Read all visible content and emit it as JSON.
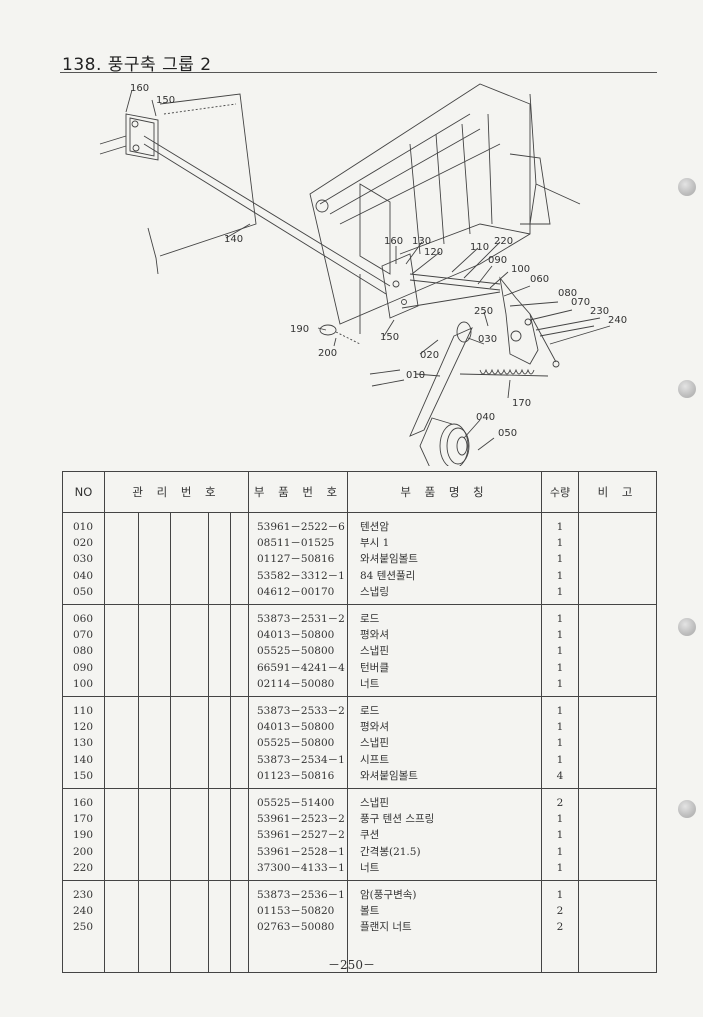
{
  "header": {
    "title": "138. 풍구축 그룹 2"
  },
  "diagram": {
    "callouts": [
      "160",
      "150",
      "140",
      "160",
      "130",
      "120",
      "110",
      "220",
      "090",
      "100",
      "060",
      "080",
      "070",
      "230",
      "240",
      "250",
      "190",
      "200",
      "150",
      "020",
      "030",
      "010",
      "170",
      "040",
      "050"
    ]
  },
  "table": {
    "headers": {
      "no": "NO",
      "control": "관 리 번 호",
      "part": "부 품 번 호",
      "name": "부 품 명 칭",
      "qty": "수량",
      "remarks": "비 고"
    },
    "groups": [
      [
        {
          "no": "010",
          "part": "53961－2522－6",
          "name": "텐션암",
          "qty": "1"
        },
        {
          "no": "020",
          "part": "08511－01525",
          "name": "부시 1",
          "qty": "1"
        },
        {
          "no": "030",
          "part": "01127－50816",
          "name": "와셔붙임볼트",
          "qty": "1"
        },
        {
          "no": "040",
          "part": "53582－3312－1",
          "name": "84 텐션풀리",
          "qty": "1"
        },
        {
          "no": "050",
          "part": "04612－00170",
          "name": "스냅링",
          "qty": "1"
        }
      ],
      [
        {
          "no": "060",
          "part": "53873－2531－2",
          "name": "로드",
          "qty": "1"
        },
        {
          "no": "070",
          "part": "04013－50800",
          "name": "평와셔",
          "qty": "1"
        },
        {
          "no": "080",
          "part": "05525－50800",
          "name": "스냅핀",
          "qty": "1"
        },
        {
          "no": "090",
          "part": "66591－4241－4",
          "name": "턴버클",
          "qty": "1"
        },
        {
          "no": "100",
          "part": "02114－50080",
          "name": "너트",
          "qty": "1"
        }
      ],
      [
        {
          "no": "110",
          "part": "53873－2533－2",
          "name": "로드",
          "qty": "1"
        },
        {
          "no": "120",
          "part": "04013－50800",
          "name": "평와셔",
          "qty": "1"
        },
        {
          "no": "130",
          "part": "05525－50800",
          "name": "스냅핀",
          "qty": "1"
        },
        {
          "no": "140",
          "part": "53873－2534－1",
          "name": "시프트",
          "qty": "1"
        },
        {
          "no": "150",
          "part": "01123－50816",
          "name": "와셔붙임볼트",
          "qty": "4"
        }
      ],
      [
        {
          "no": "160",
          "part": "05525－51400",
          "name": "스냅핀",
          "qty": "2"
        },
        {
          "no": "170",
          "part": "53961－2523－2",
          "name": "풍구 텐션 스프링",
          "qty": "1"
        },
        {
          "no": "190",
          "part": "53961－2527－2",
          "name": "쿠션",
          "qty": "1"
        },
        {
          "no": "200",
          "part": "53961－2528－1",
          "name": "간격봉(21.5)",
          "qty": "1"
        },
        {
          "no": "220",
          "part": "37300－4133－1",
          "name": "너트",
          "qty": "1"
        }
      ],
      [
        {
          "no": "230",
          "part": "53873－2536－1",
          "name": "암(풍구변속)",
          "qty": "1"
        },
        {
          "no": "240",
          "part": "01153－50820",
          "name": "볼트",
          "qty": "2"
        },
        {
          "no": "250",
          "part": "02763－50080",
          "name": "플랜지 너트",
          "qty": "2"
        },
        {
          "no": "",
          "part": "",
          "name": "",
          "qty": ""
        },
        {
          "no": "",
          "part": "",
          "name": "",
          "qty": ""
        }
      ]
    ]
  },
  "footer": {
    "page_number": "－250－"
  }
}
